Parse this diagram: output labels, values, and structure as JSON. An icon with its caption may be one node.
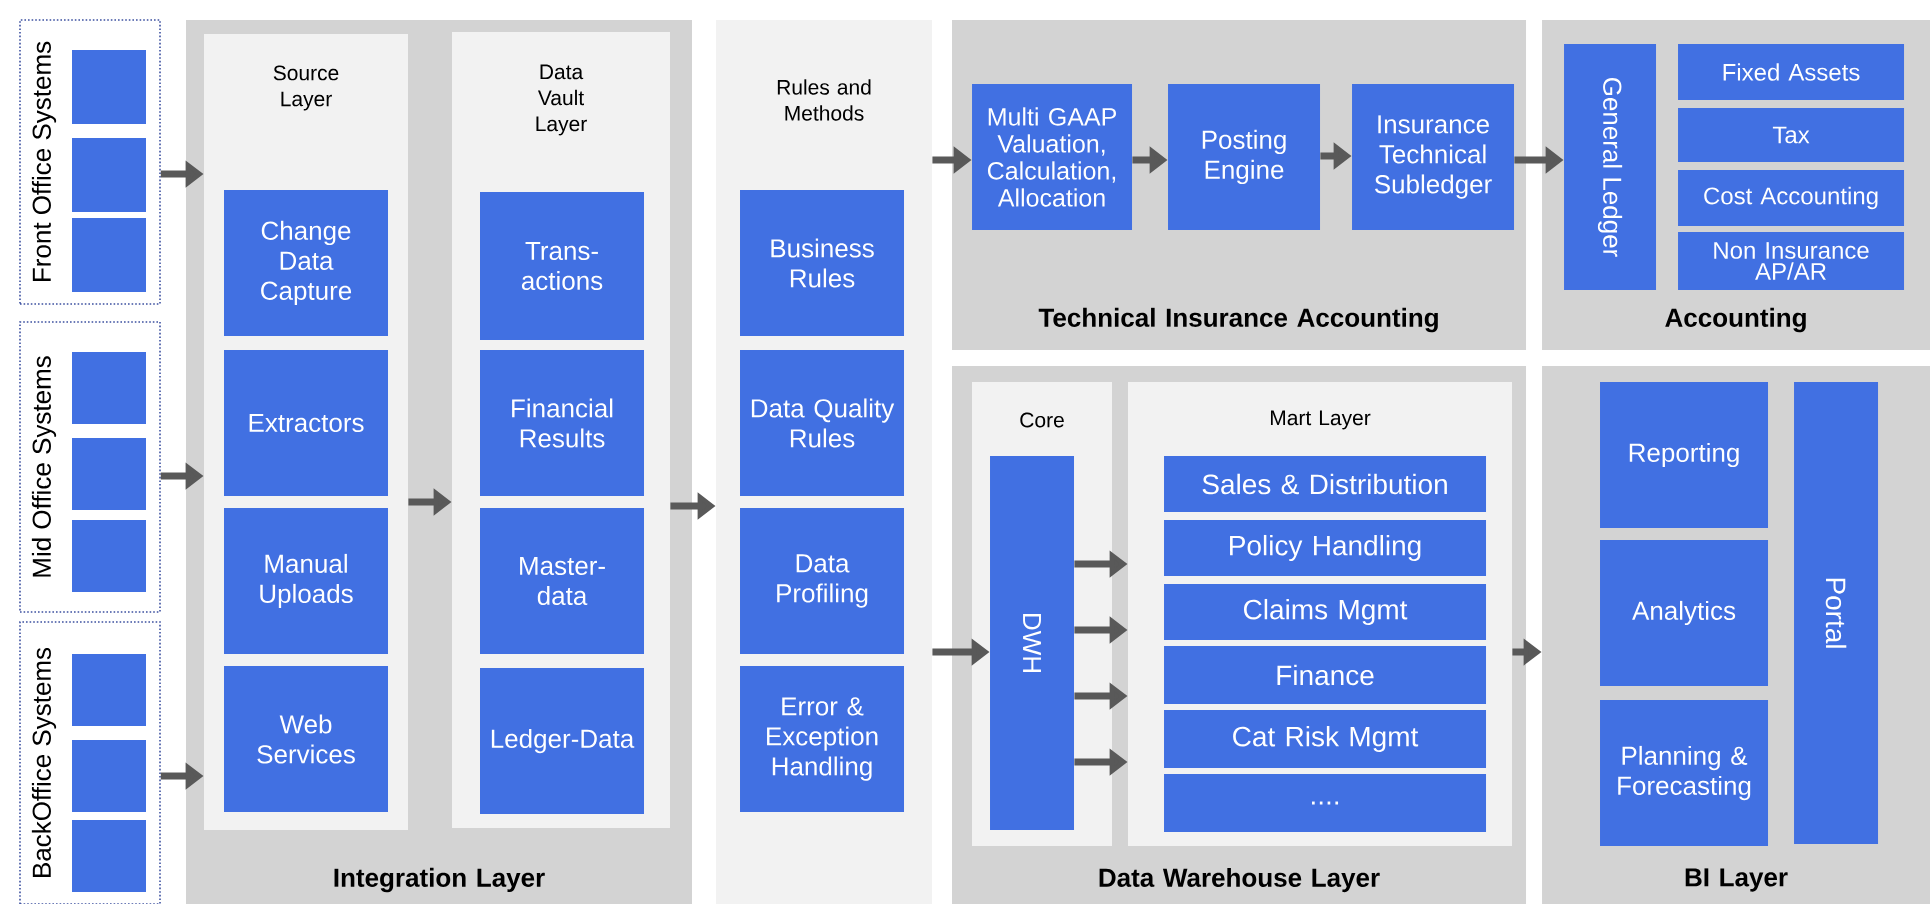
{
  "diagram": {
    "nodes": [
      {
        "text": [
          "Front Office Systems"
        ]
      },
      {
        "text": [],
        "shape": "box",
        "in": 0
      },
      {
        "text": [],
        "shape": "box",
        "in": 0
      },
      {
        "text": [],
        "shape": "box",
        "in": 0
      },
      {
        "text": [
          "Mid Office Systems"
        ]
      },
      {
        "text": [],
        "shape": "box",
        "in": 4
      },
      {
        "text": [],
        "shape": "box",
        "in": 4
      },
      {
        "text": [],
        "shape": "box",
        "in": 4
      },
      {
        "text": [
          "BackOffice Systems"
        ]
      },
      {
        "text": [],
        "shape": "box",
        "in": 8
      },
      {
        "text": [],
        "shape": "box",
        "in": 8
      },
      {
        "text": [],
        "shape": "box",
        "in": 8
      },
      {
        "text": [
          "Integration Layer"
        ]
      },
      {
        "text": [
          "Source Layer"
        ],
        "in": 12
      },
      {
        "text": [
          "Change Data Capture"
        ],
        "in": 13
      },
      {
        "text": [
          "Extractors"
        ],
        "in": 13
      },
      {
        "text": [
          "Manual Uploads"
        ],
        "in": 13
      },
      {
        "text": [
          "Web Services"
        ],
        "in": 13
      },
      {
        "text": [
          "Data Vault Layer"
        ],
        "in": 12
      },
      {
        "text": [
          "Trans-actions"
        ],
        "in": 18
      },
      {
        "text": [
          "Financial Results"
        ],
        "in": 18
      },
      {
        "text": [
          "Master-data"
        ],
        "in": 18
      },
      {
        "text": [
          "Ledger-Data"
        ],
        "in": 18
      },
      {
        "text": [
          "Rules and Methods"
        ]
      },
      {
        "text": [
          "Business Rules"
        ],
        "in": 23
      },
      {
        "text": [
          "Data Quality Rules"
        ],
        "in": 23
      },
      {
        "text": [
          "Data Profiling"
        ],
        "in": 23
      },
      {
        "text": [
          "Error & Exception Handling"
        ],
        "in": 23
      },
      {
        "text": [
          "Technical Insurance Accounting"
        ]
      },
      {
        "text": [
          "Multi GAAP Valuation, Calculation, Allocation"
        ],
        "in": 28
      },
      {
        "text": [
          "Posting Engine"
        ],
        "in": 28
      },
      {
        "text": [
          "Insurance Technical Subledger"
        ],
        "in": 28
      },
      {
        "text": [
          "Accounting"
        ]
      },
      {
        "text": [
          "General Ledger"
        ],
        "in": 32
      },
      {
        "text": [
          "Fixed Assets"
        ],
        "in": 32
      },
      {
        "text": [
          "Tax"
        ],
        "in": 32
      },
      {
        "text": [
          "Cost Accounting"
        ],
        "in": 32
      },
      {
        "text": [
          "Non Insurance AP/AR"
        ],
        "in": 32
      },
      {
        "text": [
          "Data Warehouse Layer"
        ]
      },
      {
        "text": [
          "Core"
        ],
        "in": 38
      },
      {
        "text": [
          "DWH"
        ],
        "in": 39
      },
      {
        "text": [
          "Mart Layer"
        ],
        "in": 38
      },
      {
        "text": [
          "Sales & Distribution"
        ],
        "in": 41
      },
      {
        "text": [
          "Policy Handling"
        ],
        "in": 41
      },
      {
        "text": [
          "Claims Mgmt"
        ],
        "in": 41
      },
      {
        "text": [
          "Finance"
        ],
        "in": 41
      },
      {
        "text": [
          "Cat Risk Mgmt"
        ],
        "in": 41
      },
      {
        "text": [
          "...."
        ],
        "in": 41
      },
      {
        "text": [
          "BI Layer"
        ]
      },
      {
        "text": [
          "Reporting"
        ],
        "in": 48
      },
      {
        "text": [
          "Analytics"
        ],
        "in": 48
      },
      {
        "text": [
          "Planning & Forecasting"
        ],
        "in": 48
      },
      {
        "text": [
          "Portal"
        ],
        "in": 48
      }
    ],
    "edges": [
      {
        "from": 0,
        "to": 13,
        "arrow": "to"
      },
      {
        "from": 4,
        "to": 13,
        "arrow": "to"
      },
      {
        "from": 8,
        "to": 13,
        "arrow": "to"
      },
      {
        "from": 13,
        "to": 18,
        "arrow": "to"
      },
      {
        "from": 18,
        "to": 23,
        "arrow": "to"
      },
      {
        "from": 23,
        "to": 29,
        "arrow": "to"
      },
      {
        "from": 29,
        "to": 30,
        "arrow": "to"
      },
      {
        "from": 30,
        "to": 31,
        "arrow": "to"
      },
      {
        "from": 31,
        "to": 33,
        "arrow": "to"
      },
      {
        "from": 23,
        "to": 40,
        "arrow": "to"
      },
      {
        "from": 40,
        "to": 41,
        "arrow": "to"
      },
      {
        "from": 40,
        "to": 41,
        "arrow": "to"
      },
      {
        "from": 40,
        "to": 41,
        "arrow": "to"
      },
      {
        "from": 40,
        "to": 41,
        "arrow": "to"
      },
      {
        "from": 41,
        "to": 48,
        "arrow": "to"
      }
    ]
  }
}
